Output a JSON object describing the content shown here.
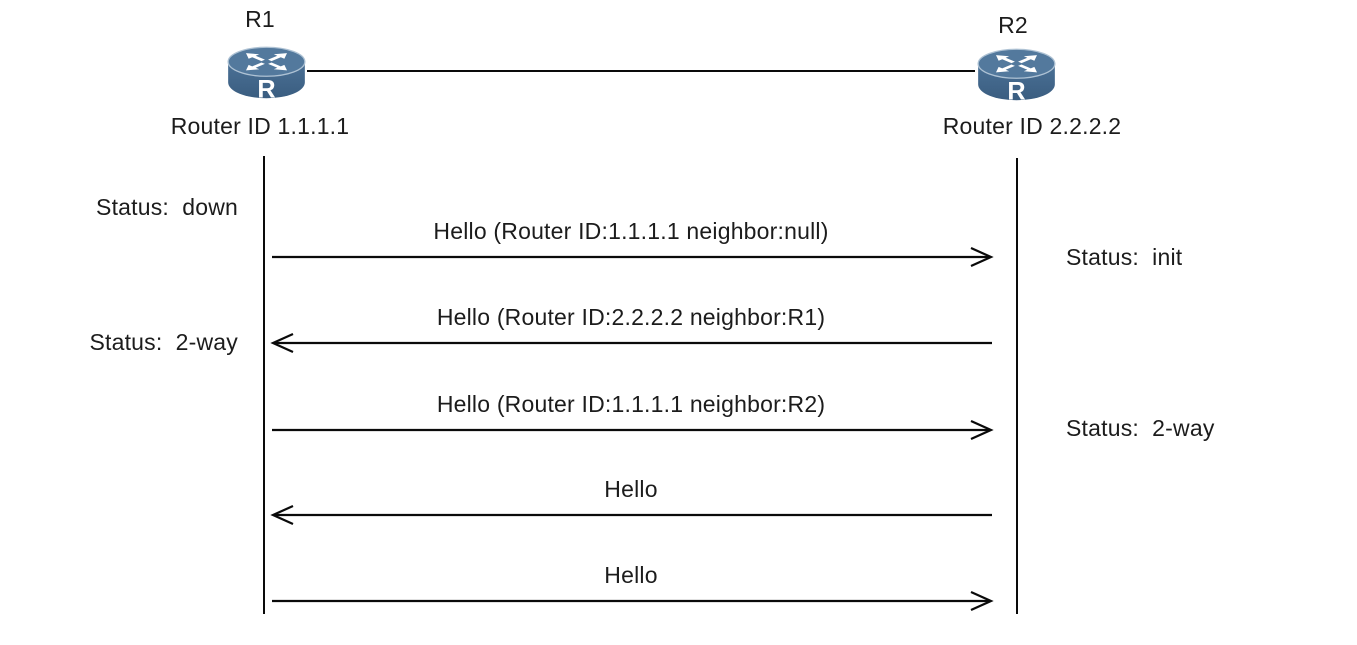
{
  "nodes": {
    "r1": {
      "name": "R1",
      "router_id": "Router ID 1.1.1.1"
    },
    "r2": {
      "name": "R2",
      "router_id": "Router ID 2.2.2.2"
    }
  },
  "messages": [
    {
      "label": "Hello (Router ID:1.1.1.1 neighbor:null)",
      "direction": "r1-to-r2"
    },
    {
      "label": "Hello (Router ID:2.2.2.2 neighbor:R1)",
      "direction": "r2-to-r1"
    },
    {
      "label": "Hello (Router ID:1.1.1.1 neighbor:R2)",
      "direction": "r1-to-r2"
    },
    {
      "label": "Hello",
      "direction": "r2-to-r1"
    },
    {
      "label": "Hello",
      "direction": "r1-to-r2"
    }
  ],
  "status_labels": {
    "r1": [
      {
        "label": "Status:  down"
      },
      {
        "label": "Status:  2-way"
      }
    ],
    "r2": [
      {
        "label": "Status:  init"
      },
      {
        "label": "Status:  2-way"
      }
    ]
  },
  "icons": {
    "r1": "router-icon",
    "r2": "router-icon"
  },
  "colors": {
    "router_body": "#40648a",
    "router_top": "#53799d",
    "router_rim": "#aec2d4",
    "line": "#0a0a0a",
    "text": "#1c1c1c",
    "background": "#ffffff"
  }
}
